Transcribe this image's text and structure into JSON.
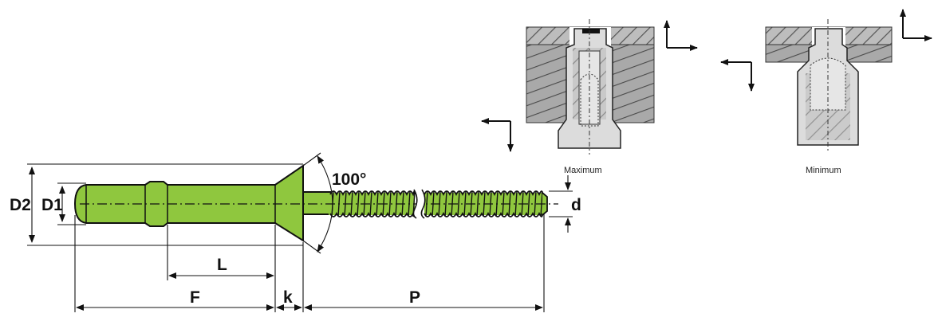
{
  "colors": {
    "rivet_fill": "#8fc73e",
    "outline": "#111111",
    "hatch": "#555555",
    "section_fill": "#bdbdbd",
    "rivet_section": "#dcdcdc"
  },
  "dimensions": {
    "D2": "D2",
    "D1": "D1",
    "d": "d",
    "L": "L",
    "F": "F",
    "k": "k",
    "P": "P",
    "angle": "100°"
  },
  "sections": {
    "maximum": "Maximum",
    "minimum": "Minimum"
  },
  "icons": [
    "arrow-up-icon",
    "arrow-right-icon",
    "arrow-left-icon",
    "arrow-down-icon"
  ]
}
